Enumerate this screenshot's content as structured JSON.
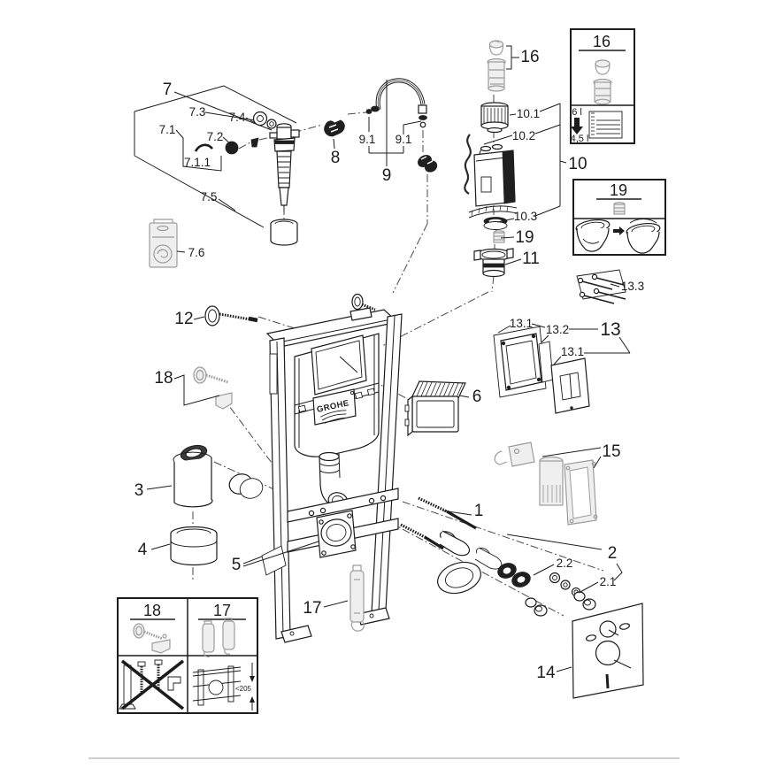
{
  "diagram": {
    "cistern_logo": "GROHE",
    "callouts": {
      "c7": "7",
      "c7_3": "7.3",
      "c7_4": "7.4",
      "c7_1": "7.1",
      "c7_2": "7.2",
      "c7_1_1": "7.1.1",
      "c7_5": "7.5",
      "c7_6": "7.6",
      "c8": "8",
      "c9": "9",
      "c9_1a": "9.1",
      "c9_1b": "9.1",
      "c16": "16",
      "c10_1": "10.1",
      "c10_2": "10.2",
      "c10": "10",
      "c10_3": "10.3",
      "c19": "19",
      "c11": "11",
      "c13_3": "13.3",
      "c13_1a": "13.1",
      "c13_2": "13.2",
      "c13": "13",
      "c13_1b": "13.1",
      "c6": "6",
      "c12": "12",
      "c18": "18",
      "c3": "3",
      "c4": "4",
      "c5": "5",
      "c15": "15",
      "c1": "1",
      "c2": "2",
      "c2_2": "2.2",
      "c2_1": "2.1",
      "c17": "17",
      "c14": "14"
    },
    "box16": {
      "title": "16",
      "flush_from": "6 l",
      "flush_to": "4,5 l"
    },
    "box19": {
      "title": "19"
    },
    "bottom_box": {
      "left_title": "18",
      "right_title": "17",
      "dimension": "<205"
    },
    "colors": {
      "line": "#1c1c1c",
      "grey": "#9c9c9c",
      "divider": "#cfcfcf"
    }
  }
}
